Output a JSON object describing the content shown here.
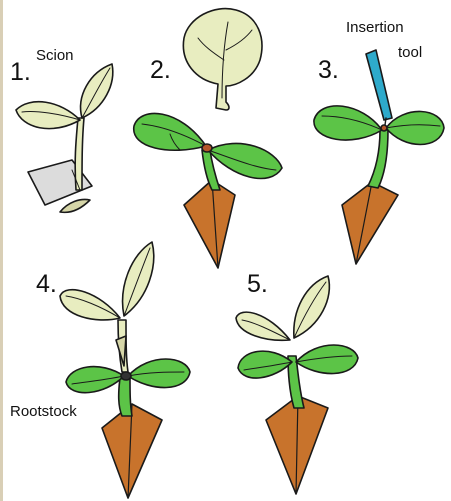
{
  "steps": [
    "1.",
    "2.",
    "3.",
    "4.",
    "5."
  ],
  "labels": {
    "scion": "Scion",
    "insertion_tool_line1": "Insertion",
    "insertion_tool_line2": "tool",
    "rootstock": "Rootstock"
  },
  "colors": {
    "pale_leaf": "#e8edc0",
    "green_leaf": "#5cc447",
    "soil_pot": "#c8732c",
    "tool": "#2eaacb",
    "slide": "#dcdcdc",
    "graft_point": "#b5562a",
    "outline": "#1a1a1a"
  }
}
